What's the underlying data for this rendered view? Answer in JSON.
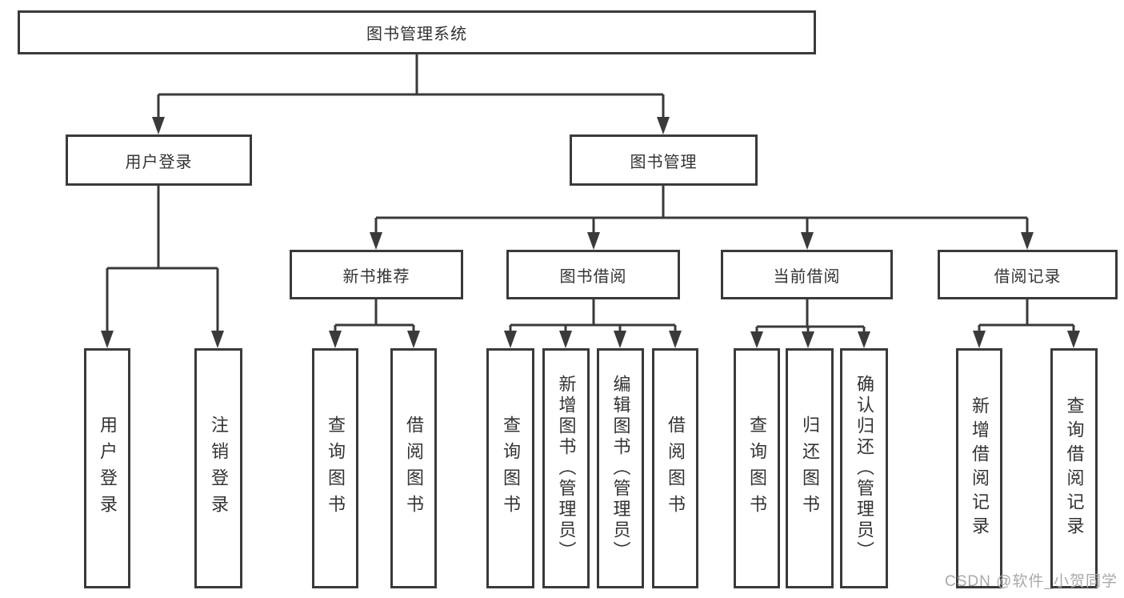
{
  "diagram": {
    "root": "图书管理系统",
    "level2": {
      "user_login": "用户登录",
      "book_mgmt": "图书管理"
    },
    "level3": {
      "new_books": "新书推荐",
      "borrowing": "图书借阅",
      "current": "当前借阅",
      "records": "借阅记录"
    },
    "leaves": {
      "user_login": [
        "用户登录",
        "注销登录"
      ],
      "new_books": [
        "查询图书",
        "借阅图书"
      ],
      "borrowing": [
        "查询图书",
        "新增图书（管理员）",
        "编辑图书（管理员）",
        "借阅图书"
      ],
      "current": [
        "查询图书",
        "归还图书",
        "确认归还（管理员）"
      ],
      "records": [
        "新增借阅记录",
        "查询借阅记录"
      ]
    }
  },
  "watermark": "CSDN @软件_小贺同学",
  "colors": {
    "line": "#3a3a3a",
    "text": "#333333",
    "background": "#ffffff",
    "watermark": "#a9a9a9"
  }
}
